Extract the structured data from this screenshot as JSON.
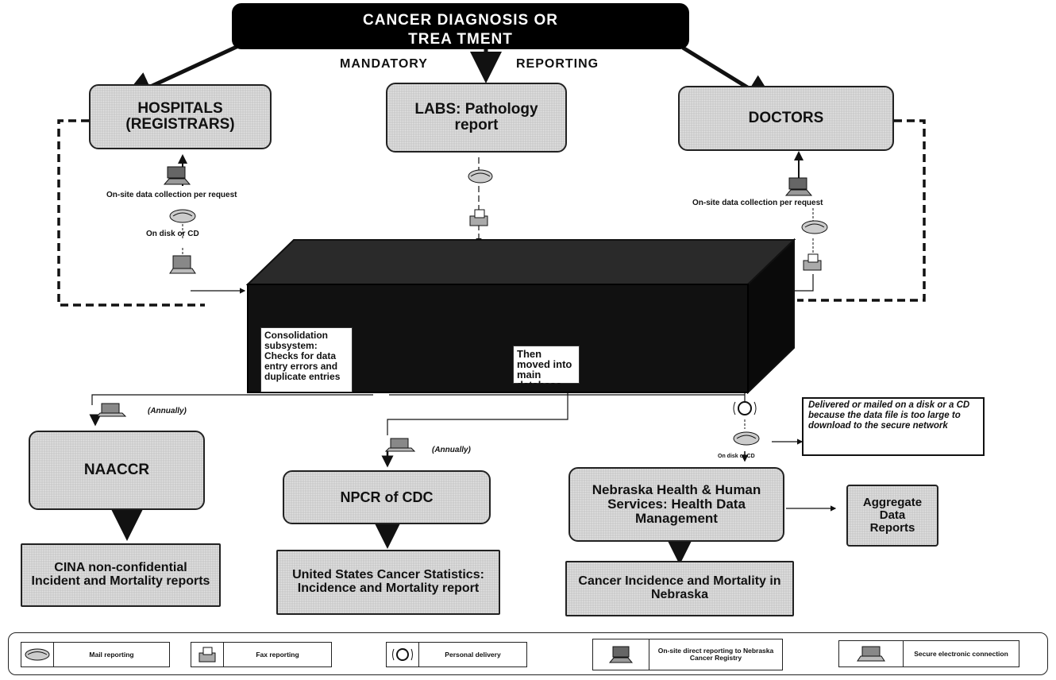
{
  "header": {
    "title_line1": "CANCER DIAGNOSIS OR",
    "title_line2": "TREA TMENT"
  },
  "reporting_labels": {
    "left": "MANDATORY",
    "right": "REPORTING"
  },
  "sources": {
    "hospitals": {
      "line1": "HOSPITALS",
      "line2": "(REGISTRARS)"
    },
    "labs": {
      "line1": "LABS: Pathology",
      "line2": "report"
    },
    "doctors": {
      "label": "DOCTORS"
    }
  },
  "annotations": {
    "onsite_left": "On-site data collection per request",
    "disk_left": "On disk or CD",
    "onsite_right": "On-site data collection per request",
    "annually_1": "(Annually)",
    "annually_2": "(Annually)",
    "disk_small": "On disk or CD",
    "delivered_note": "Delivered or mailed on a disk or a CD because the data file is too large to download to the secure network"
  },
  "registry": {
    "consolidation": "Consolidation subsystem: Checks for data entry errors and duplicate entries",
    "main_db": "Then moved into main database"
  },
  "outputs": {
    "naaccr": "NAACCR",
    "npcr": "NPCR of CDC",
    "nebraska_hhs": "Nebraska Health & Human Services: Health Data Management",
    "aggregate": "Aggregate Data Reports",
    "cina": "CINA non-confidential Incident and Mortality reports",
    "uscs": "United States Cancer Statistics: Incidence and Mortality report",
    "nebraska_incidence": "Cancer Incidence and Mortality in Nebraska"
  },
  "legend": {
    "items": [
      {
        "icon": "mail-icon",
        "label": "Mail reporting"
      },
      {
        "icon": "fax-icon",
        "label": "Fax reporting"
      },
      {
        "icon": "personal-delivery-icon",
        "label": "Personal delivery"
      },
      {
        "icon": "laptop-icon",
        "label": "On-site direct reporting to Nebraska Cancer Registry"
      },
      {
        "icon": "secure-connection-icon",
        "label": "Secure electronic connection"
      }
    ]
  }
}
